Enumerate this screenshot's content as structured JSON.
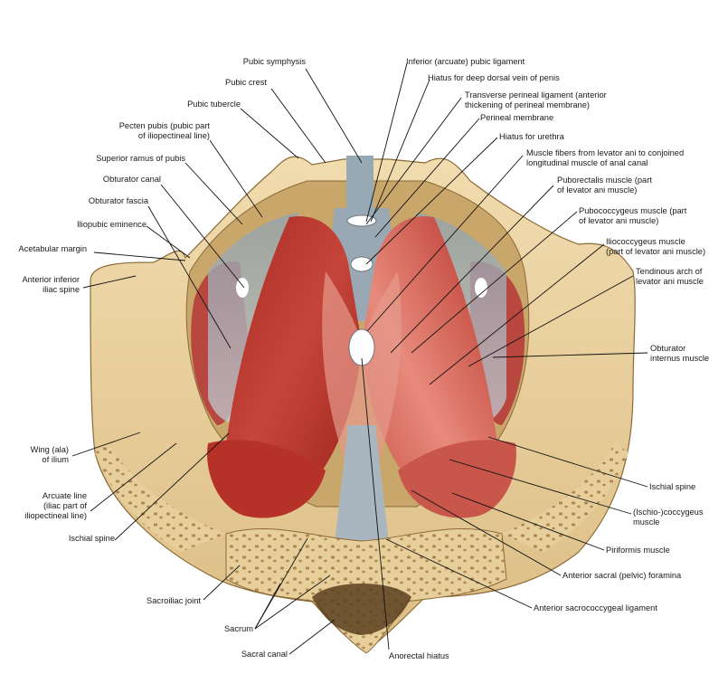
{
  "labels": {
    "pubic_symphysis": "Pubic symphysis",
    "pubic_crest": "Pubic crest",
    "pubic_tubercle": "Pubic tubercle",
    "pecten_pubis": "Pecten pubis (pubic part\nof iliopectineal line)",
    "superior_ramus": "Superior ramus of pubis",
    "obturator_canal": "Obturator canal",
    "obturator_fascia": "Obturator fascia",
    "iliopubic_eminence": "Iliopubic eminence",
    "acetabular_margin": "Acetabular margin",
    "anterior_inferior_iliac_spine": "Anterior inferior\niliac spine",
    "wing_of_ilium": "Wing (ala)\nof ilium",
    "arcuate_line": "Arcuate line\n(iliac part of\niliopectineal line)",
    "ischial_spine_left": "Ischial spine",
    "sacroiliac_joint": "Sacroiliac joint",
    "sacrum": "Sacrum",
    "sacral_canal": "Sacral canal",
    "anorectal_hiatus": "Anorectal hiatus",
    "inferior_pubic_ligament": "Inferior (arcuate) pubic ligament",
    "hiatus_dorsal_vein": "Hiatus for deep dorsal vein of penis",
    "transverse_perineal_ligament": "Transverse perineal ligament (anterior\nthickening of perineal membrane)",
    "perineal_membrane": "Perineal membrane",
    "hiatus_urethra": "Hiatus for urethra",
    "muscle_fibers_levator": "Muscle fibers from levator ani to conjoined\nlongitudinal muscle of anal canal",
    "puborectalis": "Puborectalis muscle (part\nof levator ani muscle)",
    "pubococcygeus": "Pubococcygeus muscle (part\nof levator ani muscle)",
    "iliococcygeus": "Iliococcygeus muscle\n(part of levator ani muscle)",
    "tendinous_arch": "Tendinous arch of\nlevator ani muscle",
    "obturator_internus": "Obturator\ninternus muscle",
    "ischial_spine_right": "Ischial spine",
    "ischiococcygeus": "(Ischio-)coccygeus\nmuscle",
    "piriformis": "Piriformis muscle",
    "anterior_sacral_foramina": "Anterior sacral (pelvic) foramina",
    "anterior_sacrococcygeal_ligament": "Anterior sacrococcygeal ligament"
  },
  "colors": {
    "bone": "#e6cc98",
    "bone_shadow": "#c9a66a",
    "muscle": "#b8322a",
    "muscle_light": "#e07a6c",
    "fascia": "#a7b3bd",
    "leader": "#111111"
  }
}
